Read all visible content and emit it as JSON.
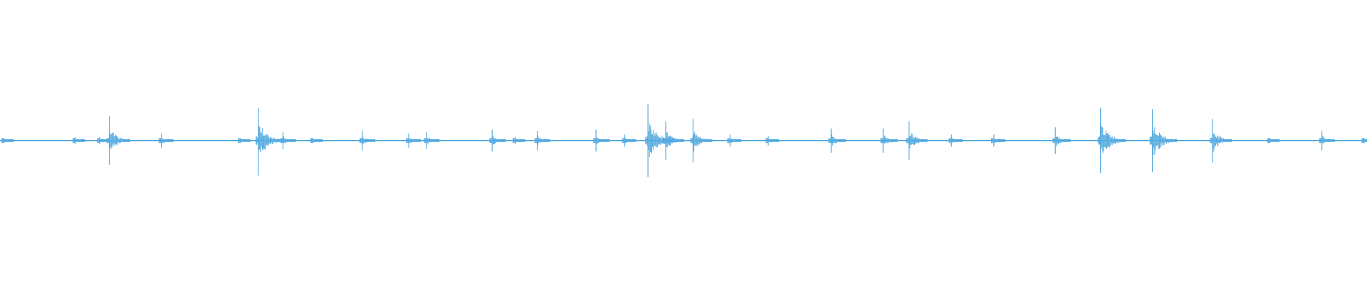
{
  "colors": {
    "background": "#ffffff",
    "waveform": "#55abe0"
  },
  "chart_data": {
    "type": "waveform",
    "title": "",
    "xlabel": "",
    "ylabel": "",
    "baseline_amplitude": 0.02,
    "amplitude_range": [
      -1,
      1
    ],
    "duration": 1,
    "transients": [
      {
        "t": 0.003,
        "peak": 0.02,
        "trough": -0.02
      },
      {
        "t": 0.055,
        "peak": 0.03,
        "trough": -0.03
      },
      {
        "t": 0.073,
        "peak": 0.03,
        "trough": -0.03
      },
      {
        "t": 0.08,
        "peak": 0.2,
        "trough": -0.2
      },
      {
        "t": 0.118,
        "peak": 0.06,
        "trough": -0.06
      },
      {
        "t": 0.176,
        "peak": 0.02,
        "trough": -0.02
      },
      {
        "t": 0.189,
        "peak": 0.27,
        "trough": -0.29
      },
      {
        "t": 0.207,
        "peak": 0.07,
        "trough": -0.07
      },
      {
        "t": 0.229,
        "peak": 0.02,
        "trough": -0.02
      },
      {
        "t": 0.265,
        "peak": 0.08,
        "trough": -0.08
      },
      {
        "t": 0.299,
        "peak": 0.06,
        "trough": -0.06
      },
      {
        "t": 0.312,
        "peak": 0.07,
        "trough": -0.07
      },
      {
        "t": 0.36,
        "peak": 0.09,
        "trough": -0.09
      },
      {
        "t": 0.377,
        "peak": 0.03,
        "trough": -0.03
      },
      {
        "t": 0.393,
        "peak": 0.08,
        "trough": -0.08
      },
      {
        "t": 0.436,
        "peak": 0.09,
        "trough": -0.09
      },
      {
        "t": 0.457,
        "peak": 0.05,
        "trough": -0.05
      },
      {
        "t": 0.474,
        "peak": 0.3,
        "trough": -0.3
      },
      {
        "t": 0.487,
        "peak": 0.16,
        "trough": -0.16
      },
      {
        "t": 0.507,
        "peak": 0.18,
        "trough": -0.18
      },
      {
        "t": 0.534,
        "peak": 0.05,
        "trough": -0.05
      },
      {
        "t": 0.562,
        "peak": 0.04,
        "trough": -0.04
      },
      {
        "t": 0.608,
        "peak": 0.1,
        "trough": -0.1
      },
      {
        "t": 0.646,
        "peak": 0.1,
        "trough": -0.1
      },
      {
        "t": 0.665,
        "peak": 0.16,
        "trough": -0.16
      },
      {
        "t": 0.696,
        "peak": 0.05,
        "trough": -0.05
      },
      {
        "t": 0.727,
        "peak": 0.05,
        "trough": -0.05
      },
      {
        "t": 0.772,
        "peak": 0.11,
        "trough": -0.11
      },
      {
        "t": 0.805,
        "peak": 0.27,
        "trough": -0.27
      },
      {
        "t": 0.843,
        "peak": 0.26,
        "trough": -0.26
      },
      {
        "t": 0.887,
        "peak": 0.18,
        "trough": -0.18
      },
      {
        "t": 0.929,
        "peak": 0.02,
        "trough": -0.02
      },
      {
        "t": 0.967,
        "peak": 0.08,
        "trough": -0.08
      },
      {
        "t": 0.998,
        "peak": 0.02,
        "trough": -0.02
      }
    ]
  }
}
